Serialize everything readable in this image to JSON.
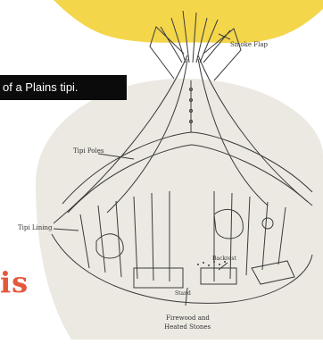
{
  "caption": {
    "text": "of a Plains tipi."
  },
  "partial_heading": {
    "text": "is"
  },
  "diagram": {
    "labels": {
      "smoke_flap": "Smoke Flap",
      "tipi_poles": "Tipi Poles",
      "tipi_lining": "Tipi Lining",
      "firewood": "Firewood and",
      "heated_stones": "Heated Stones",
      "stand": "Stand",
      "backrest": "Backrest"
    }
  },
  "colors": {
    "banner_yellow": "#f4d64b",
    "heading_orange": "#e4583c",
    "caption_bg": "#0b0b0b",
    "sketch_ink": "#3a3a3a",
    "plate_bg": "#ece9e2"
  }
}
